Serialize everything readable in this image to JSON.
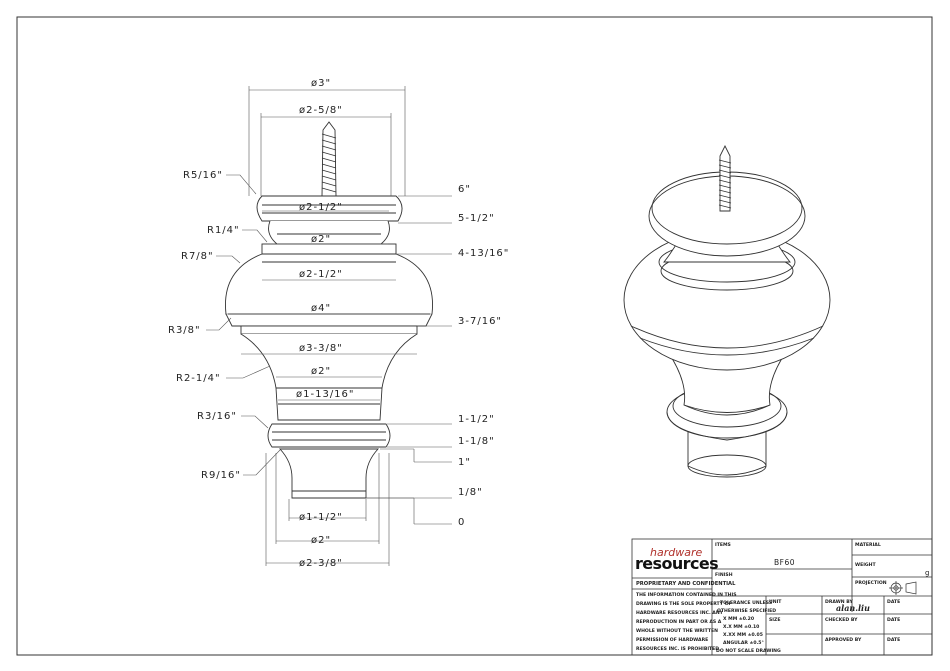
{
  "drawing": {
    "diameters": {
      "d1": "ø3\"",
      "d2": "ø2-5/8\"",
      "d3": "ø2-1/2\"",
      "d4": "ø2\"",
      "d5": "ø2-1/2\"",
      "d6": "ø4\"",
      "d7": "ø3-3/8\"",
      "d8": "ø2\"",
      "d9": "ø1-13/16\"",
      "d10": "ø1-1/2\"",
      "d11": "ø2\"",
      "d12": "ø2-3/8\""
    },
    "radii": {
      "r1": "R5/16\"",
      "r2": "R1/4\"",
      "r3": "R7/8\"",
      "r4": "R3/8\"",
      "r5": "R2-1/4\"",
      "r6": "R3/16\"",
      "r7": "R9/16\""
    },
    "heights": {
      "h1": "6\"",
      "h2": "5-1/2\"",
      "h3": "4-13/16\"",
      "h4": "3-7/16\"",
      "h5": "1-1/2\"",
      "h6": "1-1/8\"",
      "h7": "1\"",
      "h8": "1/8\"",
      "h9": "0"
    }
  },
  "title_block": {
    "brand_top": "hardware",
    "brand_bottom": "resources",
    "proprietary": "PROPRIETARY AND CONFIDENTIAL",
    "notice_lines": [
      "THE INFORMATION CONTAINED IN THIS",
      "DRAWING IS THE SOLE PROPERTY OF",
      "HARDWARE RESOURCES INC. ANY",
      "REPRODUCTION IN PART OR AS A",
      "WHOLE WITHOUT THE WRITTEN",
      "PERMISSION OF HARDWARE",
      "RESOURCES INC. IS PROHIBITED"
    ],
    "items_label": "ITEMS",
    "item_value": "BF60",
    "finish_label": "FINISH",
    "tolerance_lines": [
      "TOLERANCE UNLESS",
      "OTHERWISE SPECIFIED",
      "X    MM   ±0.20",
      "X.X  MM   ±0.10",
      "X.XX MM   ±0.05",
      "ANGULAR   ±0.5°",
      "DO NOT SCALE DRAWING"
    ],
    "unit_label": "UNIT",
    "size_label": "SIZE",
    "material_label": "MATERIAL",
    "weight_label": "WEIGHT",
    "weight_value": "g",
    "projection_label": "PROJECTION",
    "drawn_by_label": "DRAWN BY",
    "drawn_by_value": "alan.liu",
    "checked_by_label": "CHECKED BY",
    "approved_by_label": "APPROVED BY",
    "date_label": "DATE"
  }
}
